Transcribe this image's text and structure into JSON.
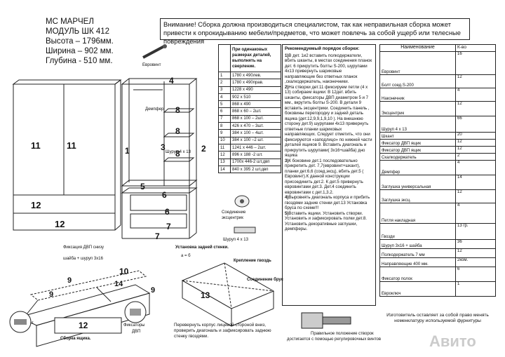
{
  "product": {
    "line1": "МС МАРЧЕЛ",
    "line2": "МОДУЛЬ ШК 412",
    "height": "Высота – 1796мм.",
    "width": "Ширина – 902 мм.",
    "depth": "Глубина -  510 мм."
  },
  "warning": {
    "text": "Внимание! Сборка должна производиться специалистом, так как неправильная сборка может привести к опрокидыванию мебели/предметов, что может повлечь  за собой ущерб или телесные повреждения"
  },
  "sizes_table": {
    "header": "При одинаковых размерах деталей, выполнять на сверление.",
    "rows": [
      {
        "n": "1",
        "v": "1780 x 490лев."
      },
      {
        "n": "2",
        "v": "1780 x 490прав."
      },
      {
        "n": "3",
        "v": "1228 x 490"
      },
      {
        "n": "4",
        "v": "902 x 510"
      },
      {
        "n": "5",
        "v": "868 x 490"
      },
      {
        "n": "6",
        "v": "868 x 60 – 2шт."
      },
      {
        "n": "7",
        "v": "868 x 100 – 2шт."
      },
      {
        "n": "8",
        "v": "426 x 470 – 3шт."
      },
      {
        "n": "9",
        "v": "384 x 100 – 4шт."
      },
      {
        "n": "10",
        "v": "384 x 100 –2 шт."
      },
      {
        "n": "11",
        "v": "1241 x 446 – 2шт."
      },
      {
        "n": "12",
        "v": "896 x 188 -2 шт."
      },
      {
        "n": "13",
        "v": "1700x 446-2 шт.двп"
      },
      {
        "n": "14",
        "v": "840 x 395 2 шт.двп"
      }
    ]
  },
  "instructions": {
    "title": "Рекомендуемый порядок сборки:",
    "steps": [
      {
        "num": "1)",
        "text": "В дет. 1и2 вставить полкодержатели, вбить шканты, в местах соединения планок дет. 6 прикрутить болты S-200, шурупами 4х13 привернуть шариковые направляющие без ответных планок ,скалкодержатель, наконечники."
      },
      {
        "num": "2)",
        "text": "На створки дет.11 фиксируем петли (4 х 13) собираем ящики: В 12дет. вбить шканты, фиксаторы ДВП диаметром 5 и 7 мм., вкрутить болты S-200. В детали 9 вставить эксцентрики. Соединить панель , боковины перегородку и задней деталь ящика (дет.12,9,9,1,9,10 ). На внешнюю сторону дет.9) шурупами 4х13 привернуть ответные планки шариковых направляющих. Следует отметить, что они фиксируются «заподлицо» по нижней части деталей ящиков 9. Вставить диагональ и прикрутить шурупами( 3х16+шайба) дно ящика"
      },
      {
        "num": "3)",
        "text": "К боковине дет.1 последовательно прикрепить дет. 7,7(евровинт+шкант), планки дет.6,6 (соед.эксц), вбить дет.5 ( Евровинт).К данной конструкции присоединить дет.2. К дет.5 привернуть евровинтами дет.3. Дет.4 соединить евровинтами с дет.1,3.2."
      },
      {
        "num": "4)",
        "text": "Выровнять  диагональ корпуса  и прибить гвоздями задние стенки дет.13 Установка бруса по схеме!!!"
      },
      {
        "num": "5)",
        "text": "Вставить ящики. Установить створки. Установить и зафиксировать полки дет.8. Установить декоративные заглушки, демпферы."
      }
    ]
  },
  "parts_table": {
    "header_name": "Наименование",
    "header_qty": "К-во",
    "rows": [
      {
        "name": "Евровинт",
        "qty": "16"
      },
      {
        "name": "Болт соед.S-200",
        "qty": "12"
      },
      {
        "name": "Наконечник",
        "qty": "4"
      },
      {
        "name": "Эксцентрик",
        "qty": "12"
      },
      {
        "name": "Шуруп 4 х 13",
        "qty": "66"
      },
      {
        "name": "Шкант",
        "qty": "20"
      },
      {
        "name": "Фиксатор ДВП ящик",
        "qty": "12"
      },
      {
        "name": "Фиксатор ДВП ящик",
        "qty": "12"
      },
      {
        "name": "Скалкодержатель",
        "qty": "2"
      },
      {
        "name": "Демпфер",
        "qty": "4"
      },
      {
        "name": "Заглушка универсальная",
        "qty": "14"
      },
      {
        "name": "Заглушка эксц.",
        "qty": "12"
      },
      {
        "name": "Петля накладная",
        "qty": "4"
      },
      {
        "name": "Гвозди",
        "qty": "13 гр."
      },
      {
        "name": "Шуруп 3х16 + шайба",
        "qty": "36"
      },
      {
        "name": "Полкодержатель 7 мм",
        "qty": "12"
      },
      {
        "name": "Направляющие 400 мм.",
        "qty": "2ком."
      },
      {
        "name": "Фиксатор полок",
        "qty": "6"
      },
      {
        "name": "Евроключ",
        "qty": "1"
      }
    ],
    "note": "Изготовитель оставляет за собой право менять номенклатуру используемой фурнитуры"
  },
  "diagram_labels": {
    "evrovint": "Евровинт",
    "dempfer": "Демпфер",
    "shurup_413a": "Шуруп 4 х 13",
    "shurup_413b": "Шуруп 4 х 13",
    "soedinenie": "Соединение",
    "ekscentrik": "эксцентрик",
    "fix_dvp_top": "Фиксация ДВП снизу",
    "fix_dvp_bottom": "шайба +  шуруп 3х16",
    "shkant": "Шкант",
    "fiksatory": "Фиксаторы",
    "dvp": "ДВП",
    "sborka": "Сборка  ящика.",
    "zadnaya": "Установка задней стенки.",
    "kreplenie": "Крепление гвоздь",
    "soedinenie_brus": "Соединение брус",
    "perevernut": "Перевернуть корпус  лицевой стороной вниз, проверить диагональ и зафиксировать заднюю стенку гвоздями.",
    "pravilnoe": "Правильное положение створок",
    "regul": "достигается с помощью регулировочных винтов"
  },
  "numbers": {
    "n1": "1",
    "n2": "2",
    "n3": "3",
    "n4": "4",
    "n5": "5",
    "n6": "6",
    "n7": "7",
    "n8": "8",
    "n9": "9",
    "n10": "10",
    "n11": "11",
    "n12": "12",
    "n13": "13",
    "n14": "14",
    "a": "a",
    "b": "б",
    "eq": "a = б"
  },
  "watermark": "Авито"
}
